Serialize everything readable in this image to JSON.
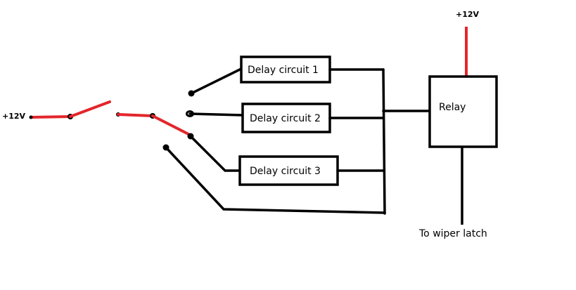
{
  "source_label": "+12V",
  "relay_supply_label": "+12V",
  "delay_circuits": [
    {
      "label": "Delay circuit 1"
    },
    {
      "label": "Delay circuit 2"
    },
    {
      "label": "Delay circuit 3"
    }
  ],
  "relay_label": "Relay",
  "output_label": "To wiper latch",
  "colors": {
    "live_wire": "#e3262b",
    "wire": "#000000",
    "background": "#ffffff"
  }
}
